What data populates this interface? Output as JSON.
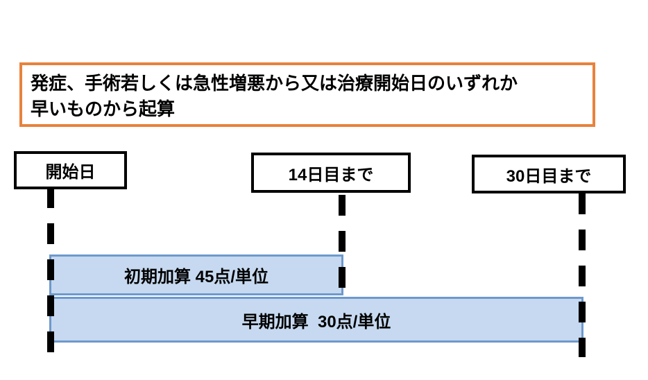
{
  "header": {
    "lines": [
      "発症、手術若しくは急性増悪から又は治療開始日のいずれか",
      "早いものから起算"
    ]
  },
  "timeline": {
    "markers": [
      {
        "id": "start",
        "label": "開始日"
      },
      {
        "id": "day14",
        "label": "14日目まで"
      },
      {
        "id": "day30",
        "label": "30日目まで"
      }
    ],
    "bars": [
      {
        "id": "initial-addition",
        "label": "初期加算 45点/単位"
      },
      {
        "id": "early-addition",
        "label": "早期加算  30点/単位"
      }
    ]
  },
  "colors": {
    "accent_orange": "#E8823C",
    "bar_fill": "#C6D9F0",
    "bar_border": "#6D99CC",
    "line_black": "#000000"
  }
}
